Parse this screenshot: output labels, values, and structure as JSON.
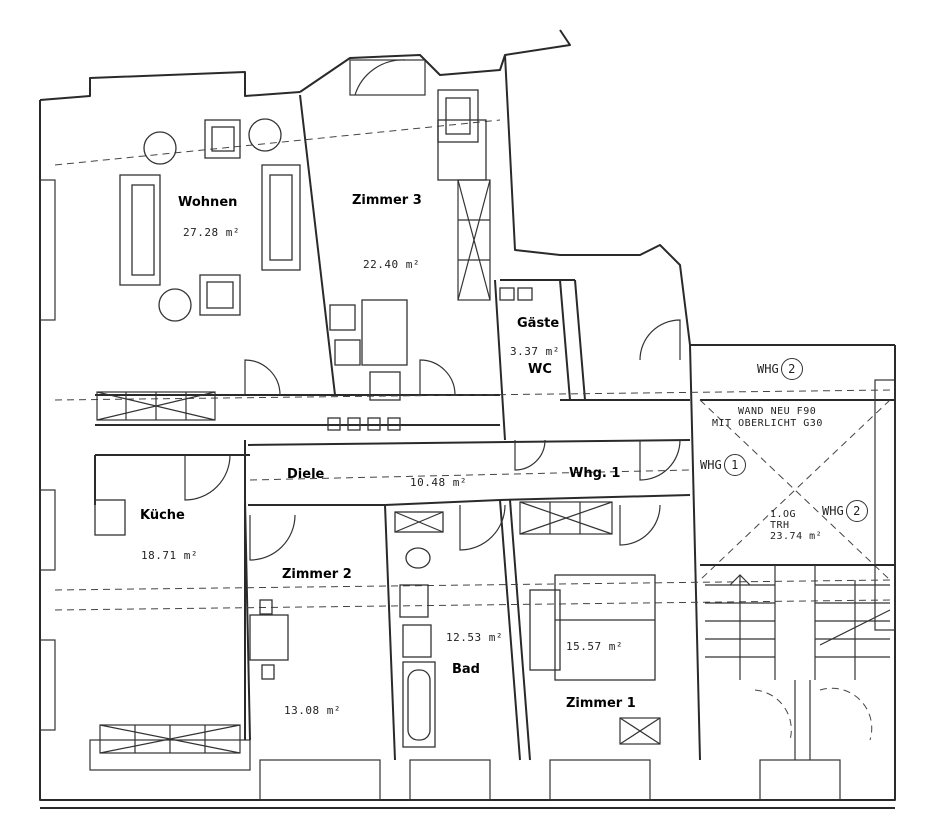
{
  "rooms": [
    {
      "id": "wohnen",
      "name": "Wohnen",
      "area": "27.28 m²"
    },
    {
      "id": "zimmer3",
      "name": "Zimmer 3",
      "area": "22.40 m²"
    },
    {
      "id": "gaeste-wc",
      "name": "Gäste",
      "name2": "WC",
      "area": "3.37 m²"
    },
    {
      "id": "diele",
      "name": "Diele",
      "area": "10.48 m²"
    },
    {
      "id": "whg1",
      "name": "Whg. 1"
    },
    {
      "id": "kueche",
      "name": "Küche",
      "area": "18.71 m²"
    },
    {
      "id": "zimmer2",
      "name": "Zimmer 2",
      "area": "13.08 m²"
    },
    {
      "id": "bad",
      "name": "Bad",
      "area": "12.53 m²"
    },
    {
      "id": "zimmer1",
      "name": "Zimmer 1",
      "area": "15.57 m²"
    }
  ],
  "stairwell": {
    "wall_note_line1": "WAND NEU F90",
    "wall_note_line2": "MIT OBERLICHT G30",
    "whg2_top_text": "WHG",
    "whg2_top_num": "2",
    "whg1_text": "WHG",
    "whg1_num": "1",
    "whg2_right_text": "WHG",
    "whg2_right_num": "2",
    "floor_label": "1.OG",
    "trh_label": "TRH",
    "area": "23.74 m²"
  }
}
